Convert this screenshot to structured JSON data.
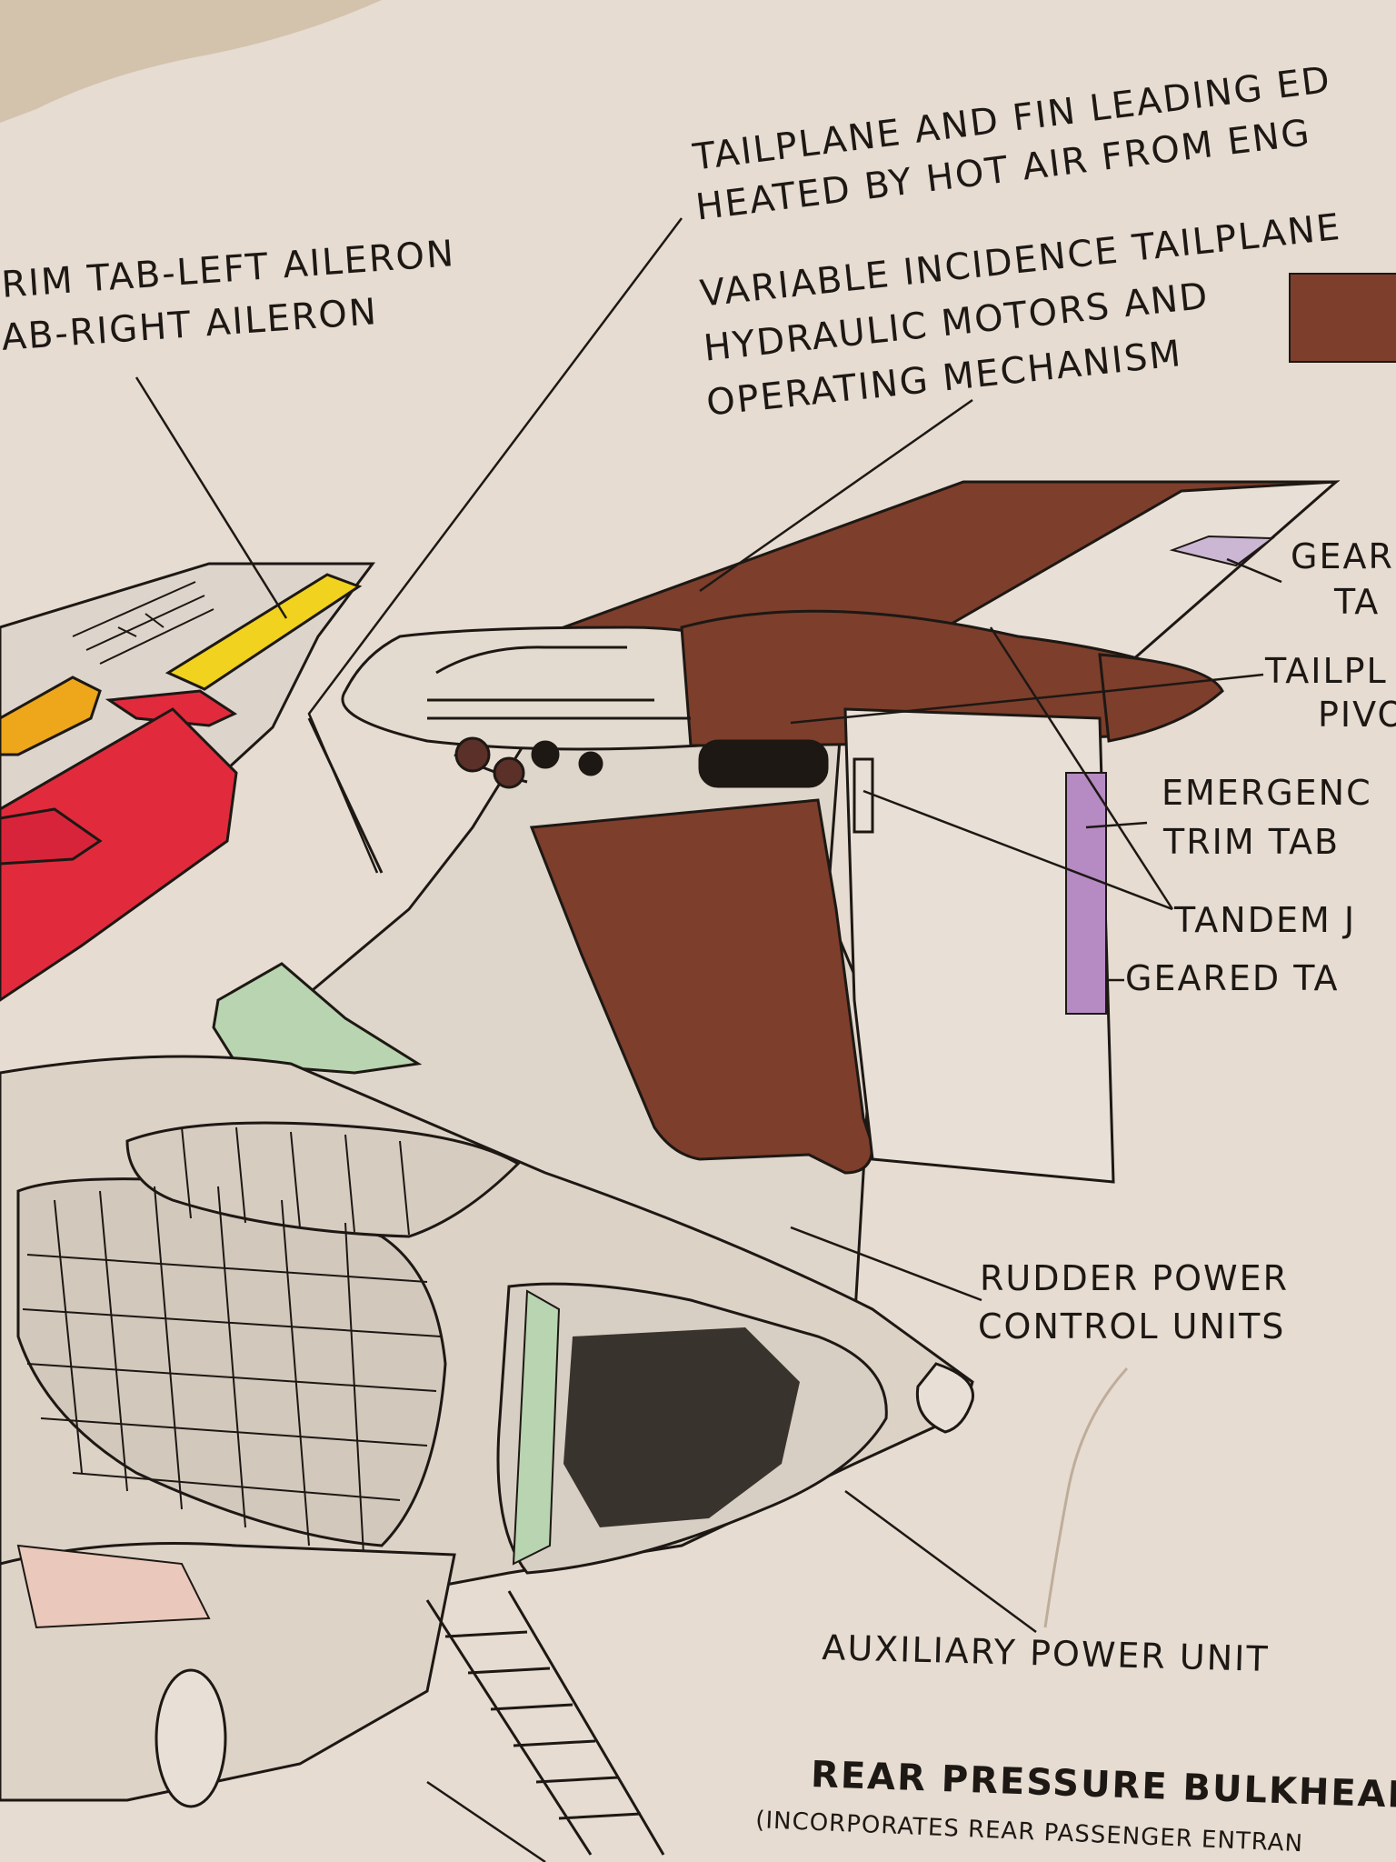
{
  "labels": {
    "trim_tab_left": "RIM TAB-LEFT AILERON",
    "tab_right": "AB-RIGHT AILERON",
    "tailplane_fin_1": "TAILPLANE AND FIN LEADING ED",
    "tailplane_fin_2": "HEATED BY HOT AIR FROM ENG",
    "variable_1": "VARIABLE INCIDENCE TAILPLANE",
    "variable_2": "HYDRAULIC MOTORS AND",
    "variable_3": "OPERATING MECHANISM",
    "geared_tab_1": "GEAR",
    "geared_tab_2": "TA",
    "tailplane_pivot_1": "TAILPL",
    "tailplane_pivot_2": "PIVO",
    "emergency_1": "EMERGENC",
    "emergency_2": "TRIM TAB",
    "tandem": "TANDEM J",
    "geared_tab": "GEARED TA",
    "rudder_1": "RUDDER POWER",
    "rudder_2": "CONTROL UNITS",
    "apu": "AUXILIARY POWER UNIT",
    "bulkhead": "REAR PRESSURE BULKHEAD",
    "bulkhead_note": "(INCORPORATES REAR PASSENGER ENTRAN"
  },
  "colors": {
    "paper": "#e6dcd1",
    "ink": "#1d1814",
    "tailplane_brown": "#7d3e2c",
    "aileron_red": "#e22a3d",
    "trim_yellow": "#f1d21e",
    "tab_orange": "#eea71a",
    "trim_violet": "#b68ac3",
    "ducting_green": "#b9d4b0"
  }
}
